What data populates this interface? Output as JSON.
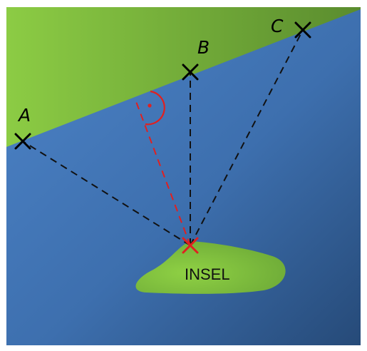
{
  "points": {
    "a_label": "A",
    "b_label": "B",
    "c_label": "C"
  },
  "island": {
    "label": "INSEL"
  },
  "colors": {
    "water_light": "#4a7fc2",
    "water_dark": "#284f7f",
    "land_light": "#8ccc44",
    "land_dark": "#5e9030",
    "island_fill": "#8ac840",
    "marker": "#000000",
    "shortest_path": "#e02020",
    "dashed_lines": "#111111"
  }
}
